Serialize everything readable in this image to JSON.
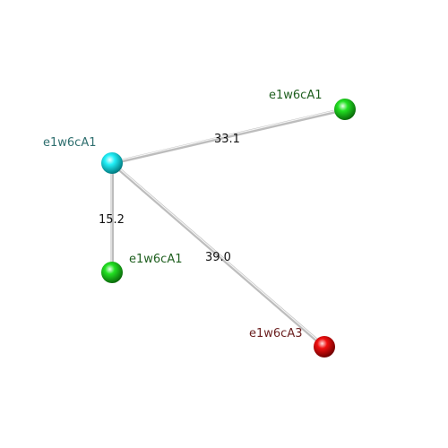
{
  "nodes": [
    {
      "id": "n0",
      "label": "e1w6cA1",
      "color": "#00e5ee",
      "label_color": "#2f6f6f"
    },
    {
      "id": "n1",
      "label": "e1w6cA1",
      "color": "#22dd22",
      "label_color": "#1f5f1f"
    },
    {
      "id": "n2",
      "label": "e1w6cA1",
      "color": "#22dd22",
      "label_color": "#1f5f1f"
    },
    {
      "id": "n3",
      "label": "e1w6cA3",
      "color": "#ee1111",
      "label_color": "#6b1f1f"
    }
  ],
  "edges": [
    {
      "from": "n0",
      "to": "n1",
      "label": "33.1"
    },
    {
      "from": "n0",
      "to": "n2",
      "label": "15.2"
    },
    {
      "from": "n0",
      "to": "n3",
      "label": "39.0"
    }
  ]
}
